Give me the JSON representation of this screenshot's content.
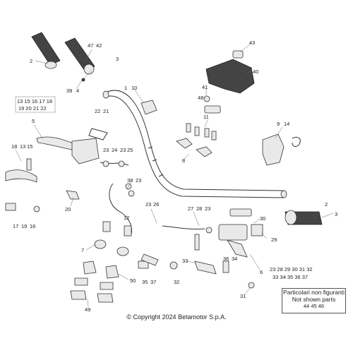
{
  "callouts": [
    {
      "id": "c2a",
      "text": "2"
    },
    {
      "id": "c47",
      "text": "47"
    },
    {
      "id": "c42",
      "text": "42"
    },
    {
      "id": "c3a",
      "text": "3"
    },
    {
      "id": "c39",
      "text": "39"
    },
    {
      "id": "c4",
      "text": "4"
    },
    {
      "id": "c43",
      "text": "43"
    },
    {
      "id": "c40",
      "text": "40"
    },
    {
      "id": "c1",
      "text": "1"
    },
    {
      "id": "c10",
      "text": "10"
    },
    {
      "id": "c41",
      "text": "41"
    },
    {
      "id": "c48",
      "text": "48"
    },
    {
      "id": "c22",
      "text": "22"
    },
    {
      "id": "c21",
      "text": "21"
    },
    {
      "id": "c11",
      "text": "11"
    },
    {
      "id": "c5",
      "text": "5"
    },
    {
      "id": "c9",
      "text": "9"
    },
    {
      "id": "c14",
      "text": "14"
    },
    {
      "id": "c18",
      "text": "18"
    },
    {
      "id": "c13",
      "text": "13"
    },
    {
      "id": "c15",
      "text": "15"
    },
    {
      "id": "c23a",
      "text": "23"
    },
    {
      "id": "c24",
      "text": "24"
    },
    {
      "id": "c23b",
      "text": "23"
    },
    {
      "id": "c25",
      "text": "25"
    },
    {
      "id": "c8",
      "text": "8"
    },
    {
      "id": "c38",
      "text": "38"
    },
    {
      "id": "c23c",
      "text": "23"
    },
    {
      "id": "c23d",
      "text": "23"
    },
    {
      "id": "c26",
      "text": "26"
    },
    {
      "id": "c27",
      "text": "27"
    },
    {
      "id": "c28",
      "text": "28"
    },
    {
      "id": "c23e",
      "text": "23"
    },
    {
      "id": "c20",
      "text": "20"
    },
    {
      "id": "c2b",
      "text": "2"
    },
    {
      "id": "c3b",
      "text": "3"
    },
    {
      "id": "c30",
      "text": "30"
    },
    {
      "id": "c17",
      "text": "17"
    },
    {
      "id": "c19",
      "text": "19"
    },
    {
      "id": "c16",
      "text": "16"
    },
    {
      "id": "c12",
      "text": "12"
    },
    {
      "id": "c29",
      "text": "29"
    },
    {
      "id": "c7",
      "text": "7"
    },
    {
      "id": "c33",
      "text": "33"
    },
    {
      "id": "c36",
      "text": "36"
    },
    {
      "id": "c34",
      "text": "34"
    },
    {
      "id": "c6",
      "text": "6"
    },
    {
      "id": "c35",
      "text": "35"
    },
    {
      "id": "c37",
      "text": "37"
    },
    {
      "id": "c32",
      "text": "32"
    },
    {
      "id": "c50",
      "text": "50"
    },
    {
      "id": "c49",
      "text": "49"
    },
    {
      "id": "c31",
      "text": "31"
    }
  ],
  "groups": {
    "top_left": [
      "13 15 16 17 18",
      "19 20 21 22"
    ],
    "right": [
      "23 28 29 30 31 32",
      "33 34 35 36 37"
    ]
  },
  "notice": {
    "line1": "Particolari non figuranti",
    "line2": "Not shown parts",
    "numbers": "44  45 46"
  },
  "copyright": "© Copyright 2024 Betamotor S.p.A."
}
